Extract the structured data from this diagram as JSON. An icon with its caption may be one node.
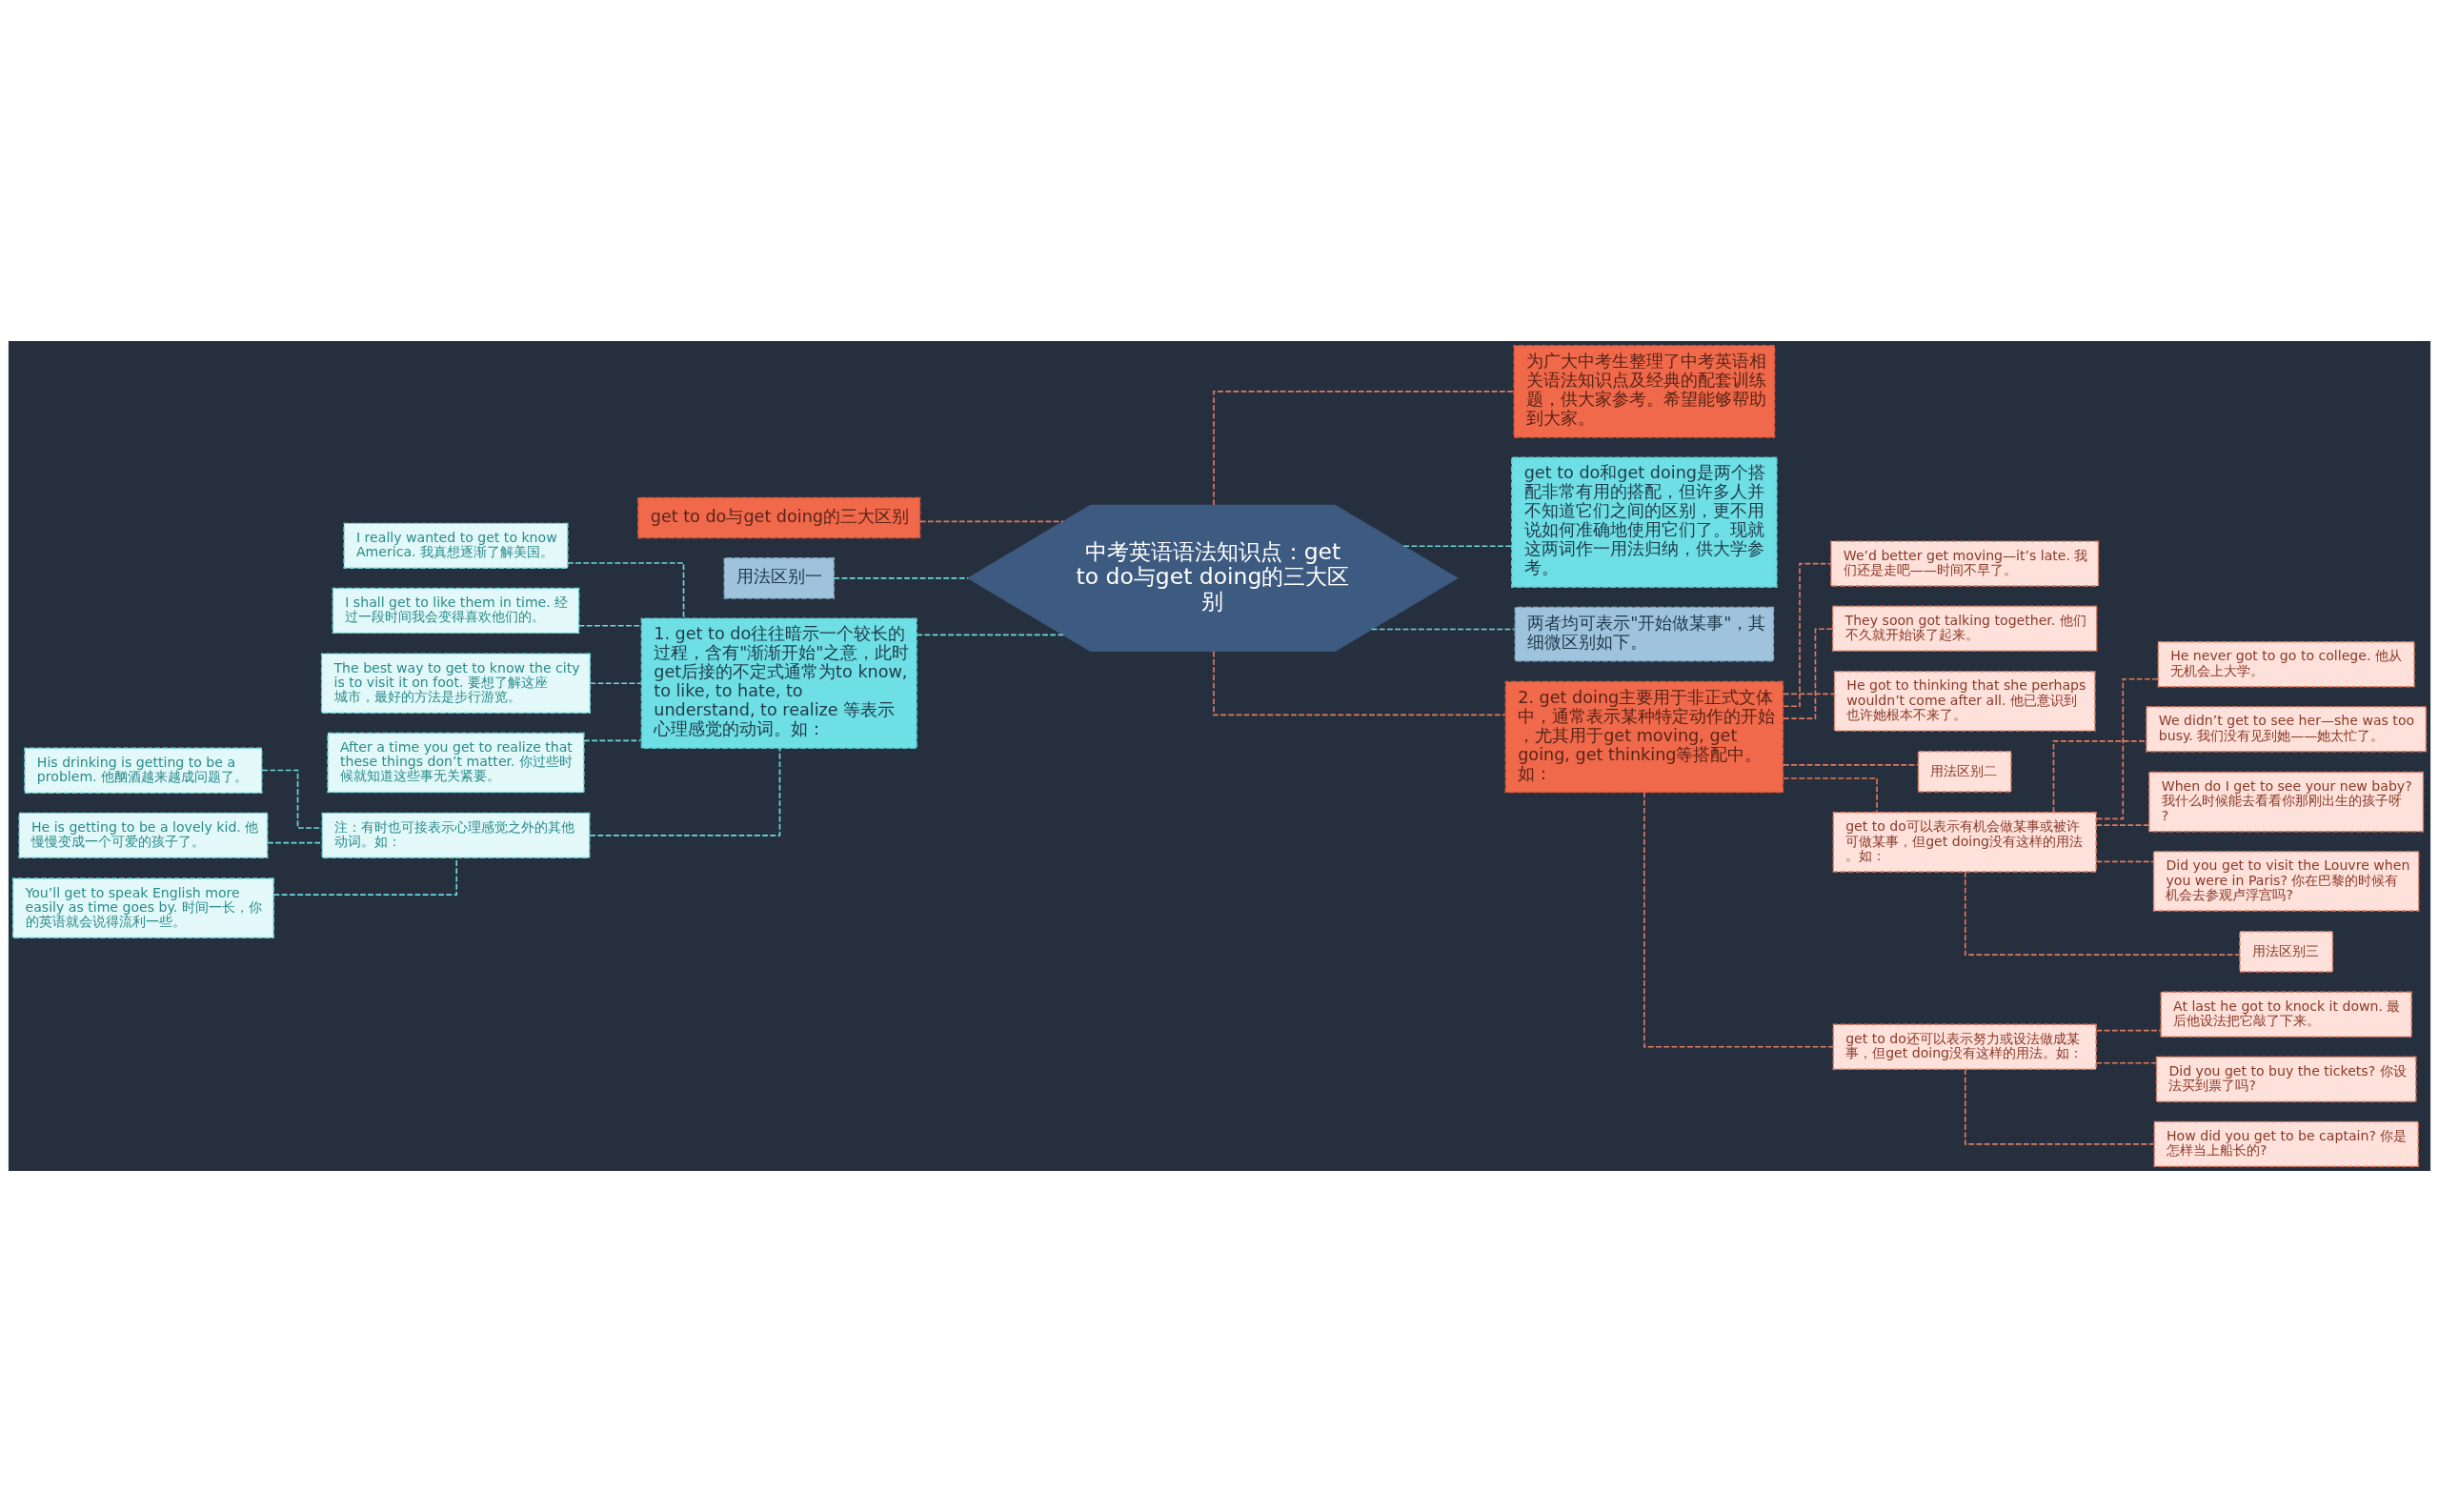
{
  "diagram": {
    "nodes": [
      {
        "text": [
          "中考英语语法知识点：get to do与get doing的三大区别"
        ]
      },
      {
        "text": [
          "get to do与get doing的三大区别"
        ]
      },
      {
        "text": [
          "用法区别一"
        ]
      },
      {
        "text": [
          "1. get to do往往暗示一个较长的过程，含有\"渐渐开始\"之意，此时get后接的不定式通常为to know, to like, to hate, to understand, to realize 等表示心理感觉的动词。如："
        ]
      },
      {
        "text": [
          "I really wanted to get to know America. 我真想逐渐了解美国。"
        ]
      },
      {
        "text": [
          "I shall get to like them in time. 经过一段时间我会变得喜欢他们的。"
        ]
      },
      {
        "text": [
          "The best way to get to know the city is to visit it on foot. 要想了解这座城市，最好的方法是步行游览。"
        ]
      },
      {
        "text": [
          "After a time you get to realize that these things don’t matter. 你过些时候就知道这些事无关紧要。"
        ]
      },
      {
        "text": [
          "注：有时也可接表示心理感觉之外的其他动词。如："
        ]
      },
      {
        "text": [
          "His drinking is getting to be a problem. 他酗酒越来越成问题了。"
        ]
      },
      {
        "text": [
          "He is getting to be a lovely kid. 他慢慢变成一个可爱的孩子了。"
        ]
      },
      {
        "text": [
          "You’ll get to speak English more easily as time goes by. 时间一长，你的英语就会说得流利一些。"
        ]
      },
      {
        "text": [
          "为广大中考生整理了中考英语相关语法知识点及经典的配套训练题，供大家参考。希望能够帮助到大家。"
        ]
      },
      {
        "text": [
          "get to do和get doing是两个搭配非常有用的搭配，但许多人并不知道它们之间的区别，更不用说如何准确地使用它们了。现就这两词作一用法归纳，供大学参考。"
        ]
      },
      {
        "text": [
          "两者均可表示\"开始做某事\"，其细微区别如下。"
        ]
      },
      {
        "text": [
          "2. get doing主要用于非正式文体中，通常表示某种特定动作的开始，尤其用于get moving, get going, get thinking等搭配中。如："
        ]
      },
      {
        "text": [
          "We’d better get moving—it’s late. 我们还是走吧——时间不早了。"
        ]
      },
      {
        "text": [
          "They soon got talking together. 他们不久就开始谈了起来。"
        ]
      },
      {
        "text": [
          "He got to thinking that she perhaps wouldn’t come after all. 他已意识到也许她根本不来了。"
        ]
      },
      {
        "text": [
          "用法区别二"
        ]
      },
      {
        "text": [
          "get to do可以表示有机会做某事或被许可做某事，但get doing没有这样的用法。如："
        ]
      },
      {
        "text": [
          "He never got to go to college. 他从无机会上大学。"
        ]
      },
      {
        "text": [
          "We didn’t get to see her—she was too busy. 我们没有见到她——她太忙了。"
        ]
      },
      {
        "text": [
          "When do I get to see your new baby? 我什么时候能去看看你那刚出生的孩子呀?"
        ]
      },
      {
        "text": [
          "Did you get to visit the Louvre when you were in Paris? 你在巴黎的时候有机会去参观卢浮宫吗?"
        ]
      },
      {
        "text": [
          "用法区别三"
        ]
      },
      {
        "text": [
          "get to do还可以表示努力或设法做成某事，但get doing没有这样的用法。如："
        ]
      },
      {
        "text": [
          "At last he got to knock it down. 最后他设法把它敲了下来。"
        ]
      },
      {
        "text": [
          "Did you get to buy the tickets? 你设法买到票了吗?"
        ]
      },
      {
        "text": [
          "How did you get to be captain? 你是怎样当上船长的?"
        ]
      }
    ],
    "edges": [
      {
        "from": 1,
        "to": 0,
        "arrow": "none",
        "style": "dashed"
      },
      {
        "from": 2,
        "to": 0,
        "arrow": "none",
        "style": "dashed",
        "color": "#6cd8de"
      },
      {
        "from": 3,
        "to": 0,
        "arrow": "none",
        "style": "dashed",
        "color": "#6cd8de"
      },
      {
        "from": 4,
        "to": 3,
        "arrow": "none",
        "style": "dashed",
        "color": "#6cd8de"
      },
      {
        "from": 5,
        "to": 3,
        "arrow": "none",
        "style": "dashed",
        "color": "#6cd8de"
      },
      {
        "from": 6,
        "to": 3,
        "arrow": "none",
        "style": "dashed",
        "color": "#6cd8de"
      },
      {
        "from": 7,
        "to": 3,
        "arrow": "none",
        "style": "dashed",
        "color": "#6cd8de"
      },
      {
        "from": 8,
        "to": 3,
        "arrow": "none",
        "style": "dashed",
        "color": "#6cd8de"
      },
      {
        "from": 9,
        "to": 8,
        "arrow": "none",
        "style": "dashed",
        "color": "#6cd8de"
      },
      {
        "from": 10,
        "to": 8,
        "arrow": "none",
        "style": "dashed",
        "color": "#6cd8de"
      },
      {
        "from": 11,
        "to": 8,
        "arrow": "none",
        "style": "dashed",
        "color": "#6cd8de"
      },
      {
        "from": 0,
        "to": 12,
        "arrow": "none",
        "style": "dashed"
      },
      {
        "from": 0,
        "to": 13,
        "arrow": "none",
        "style": "dashed",
        "color": "#6cd8de"
      },
      {
        "from": 0,
        "to": 14,
        "arrow": "none",
        "style": "dashed",
        "color": "#6cd8de"
      },
      {
        "from": 0,
        "to": 15,
        "arrow": "none",
        "style": "dashed"
      },
      {
        "from": 15,
        "to": 16,
        "arrow": "none",
        "style": "dashed"
      },
      {
        "from": 15,
        "to": 17,
        "arrow": "none",
        "style": "dashed"
      },
      {
        "from": 15,
        "to": 18,
        "arrow": "none",
        "style": "dashed"
      },
      {
        "from": 15,
        "to": 19,
        "arrow": "none",
        "style": "dashed"
      },
      {
        "from": 15,
        "to": 20,
        "arrow": "none",
        "style": "dashed"
      },
      {
        "from": 20,
        "to": 21,
        "arrow": "none",
        "style": "dashed"
      },
      {
        "from": 20,
        "to": 22,
        "arrow": "none",
        "style": "dashed"
      },
      {
        "from": 20,
        "to": 23,
        "arrow": "none",
        "style": "dashed"
      },
      {
        "from": 20,
        "to": 24,
        "arrow": "none",
        "style": "dashed"
      },
      {
        "from": 20,
        "to": 25,
        "arrow": "none",
        "style": "dashed"
      },
      {
        "from": 15,
        "to": 26,
        "arrow": "none",
        "style": "dashed"
      },
      {
        "from": 26,
        "to": 27,
        "arrow": "none",
        "style": "dashed"
      },
      {
        "from": 26,
        "to": 28,
        "arrow": "none",
        "style": "dashed"
      },
      {
        "from": 26,
        "to": 29,
        "arrow": "none",
        "style": "dashed"
      }
    ]
  }
}
